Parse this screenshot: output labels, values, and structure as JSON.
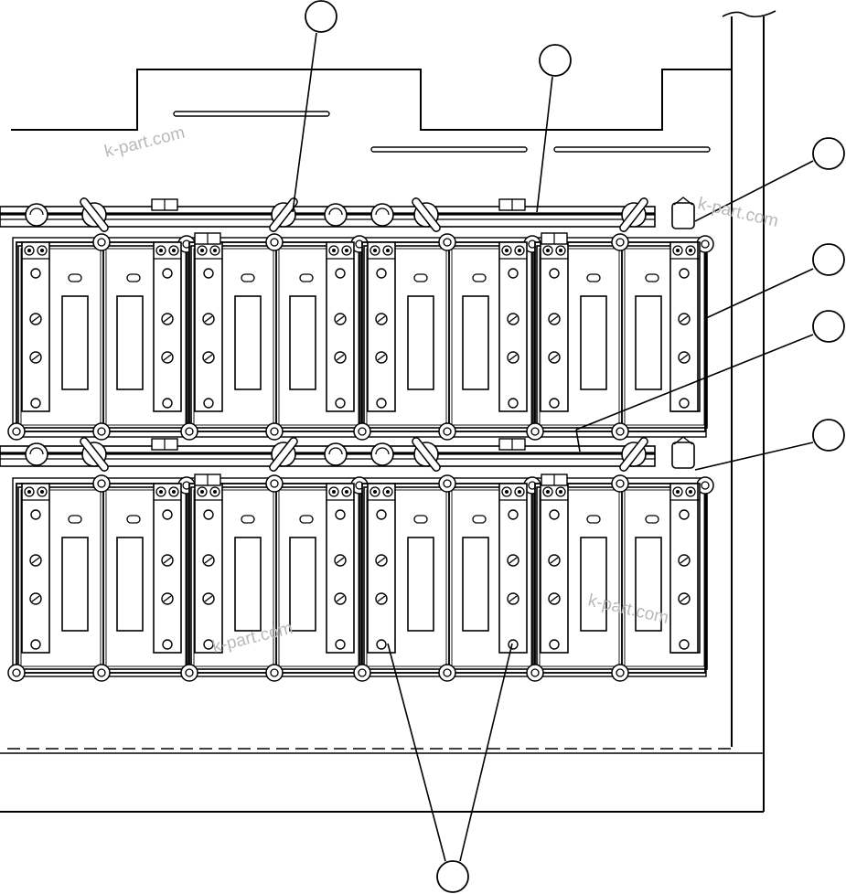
{
  "drawing": {
    "subject": "battery-bank",
    "callout_count": 7,
    "row_count": 2,
    "battery_blocks_per_row": 4,
    "cells_per_block": 2,
    "line_color": "#000000",
    "background_color": "#ffffff"
  },
  "watermark": {
    "text": "k-part.com",
    "color": "#b9b9b9"
  }
}
